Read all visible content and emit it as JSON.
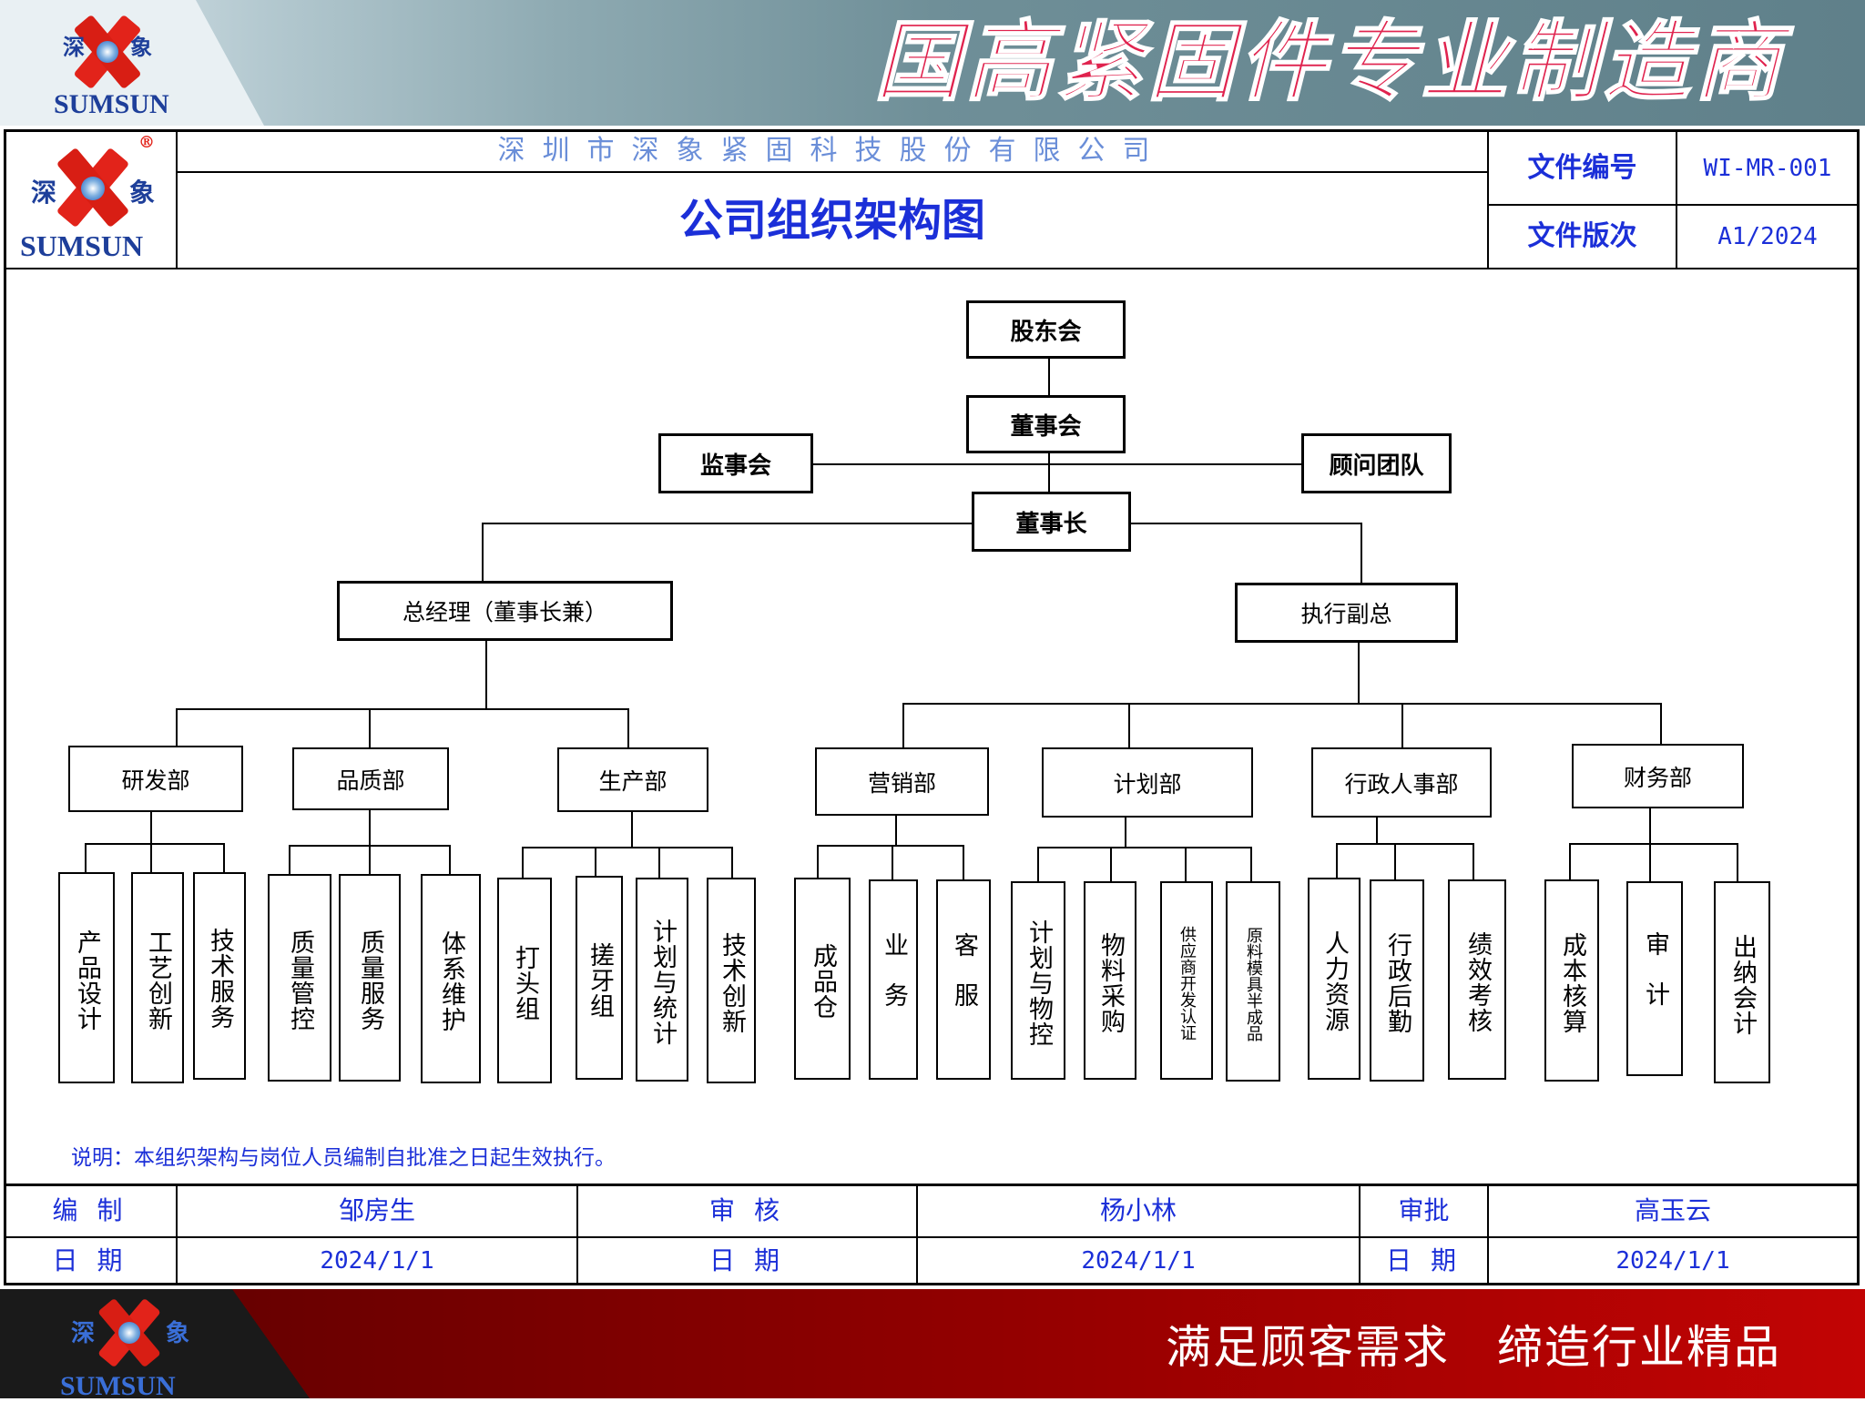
{
  "banner": {
    "title": "国高紧固件专业制造商"
  },
  "logo": {
    "cn_left": "深",
    "cn_right": "象",
    "en": "SUMSUN",
    "registered": "®"
  },
  "header": {
    "company": "深圳市深象紧固科技股份有限公司",
    "doc_title": "公司组织架构图",
    "doc_no_label": "文件编号",
    "doc_no_value": "WI-MR-001",
    "version_label": "文件版次",
    "version_value": "A1/2024"
  },
  "org": {
    "shareholders": "股东会",
    "board": "董事会",
    "supervisors": "监事会",
    "advisors": "顾问团队",
    "chairman": "董事长",
    "gm": "总经理（董事长兼）",
    "evp": "执行副总",
    "departments": [
      {
        "name": "研发部",
        "units": [
          "产品设计",
          "工艺创新",
          "技术服务"
        ]
      },
      {
        "name": "品质部",
        "units": [
          "质量管控",
          "质量服务",
          "体系维护"
        ]
      },
      {
        "name": "生产部",
        "units": [
          "打头组",
          "搓牙组",
          "计划与统计",
          "技术创新"
        ]
      },
      {
        "name": "营销部",
        "units": [
          "成品仓",
          "业务",
          "客服"
        ]
      },
      {
        "name": "计划部",
        "units": [
          "计划与物控",
          "物料采购",
          "供应商开发认证",
          "原料模具半成品"
        ]
      },
      {
        "name": "行政人事部",
        "units": [
          "人力资源",
          "行政后勤",
          "绩效考核"
        ]
      },
      {
        "name": "财务部",
        "units": [
          "成本核算",
          "审计",
          "出纳会计"
        ]
      }
    ]
  },
  "note": "说明：本组织架构与岗位人员编制自批准之日起生效执行。",
  "footer": {
    "prepared_label": "编 制",
    "prepared_by": "邹房生",
    "reviewed_label": "审 核",
    "reviewed_by": "杨小林",
    "approved_label": "审批",
    "approved_by": "高玉云",
    "date_label": "日 期",
    "date_prepared": "2024/1/1",
    "date_reviewed": "2024/1/1",
    "date_approved": "2024/1/1"
  },
  "slogan": "满足顾客需求　缔造行业精品"
}
